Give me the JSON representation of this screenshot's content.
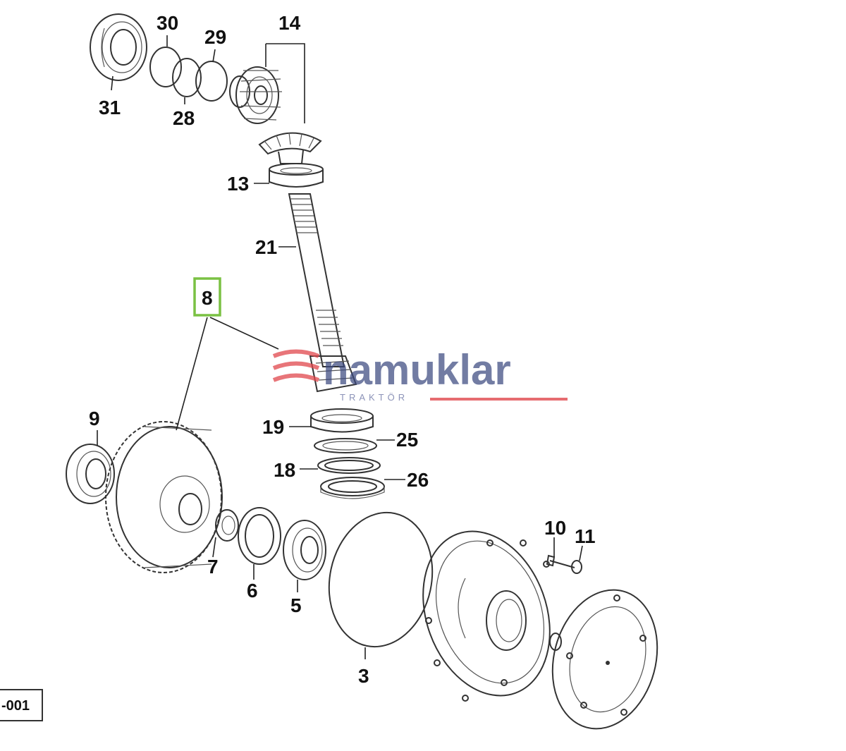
{
  "diagram": {
    "figure_ref": "-001",
    "highlighted_callout": "8",
    "highlight_color": "#7ac143",
    "watermark": {
      "brand": "namuklar",
      "subtitle": "TRAKTÖR",
      "brand_color": "#3c4a80",
      "accent_color": "#e0474c"
    },
    "callouts": [
      "30",
      "29",
      "14",
      "31",
      "28",
      "13",
      "21",
      "8",
      "9",
      "19",
      "25",
      "18",
      "26",
      "10",
      "11",
      "7",
      "6",
      "5",
      "3"
    ]
  }
}
